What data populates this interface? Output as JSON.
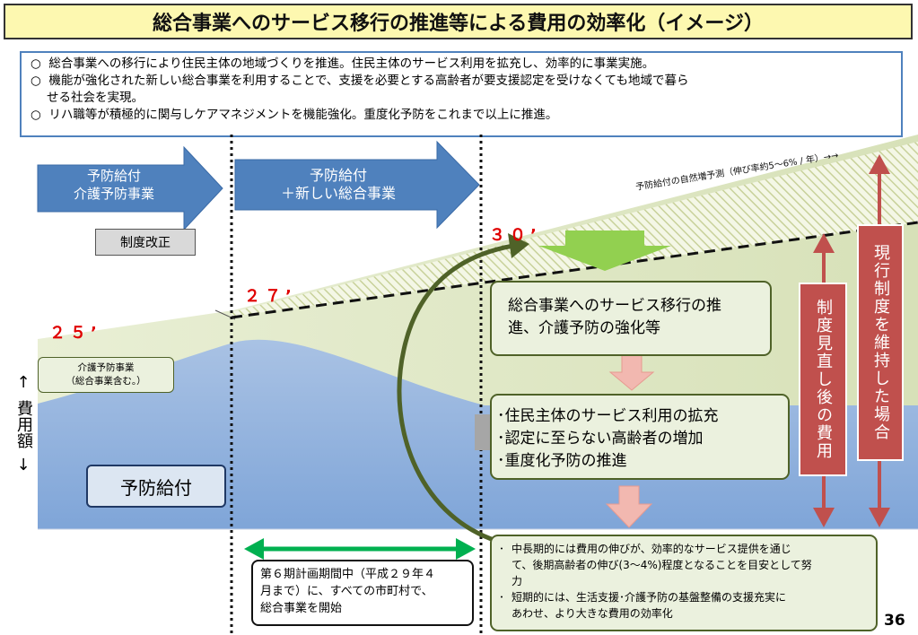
{
  "title": "総合事業へのサービス移行の推進等による費用の効率化（イメージ）",
  "intro": {
    "line1_bullet": "○",
    "line1": "総合事業への移行により住民主体の地域づくりを推進。住民主体のサービス利用を拡充し、効率的に事業実施。",
    "line2_bullet": "○",
    "line2a": "機能が強化された新しい総合事業を利用することで、支援を必要とする高齢者が要支援認定を受けなくても地域で暮ら",
    "line2b": "せる社会を実現。",
    "line3_bullet": "○",
    "line3": "リハ職等が積極的に関与しケアマネジメントを機能強化。重度化予防をこれまで以上に推進。"
  },
  "arrows": {
    "left_line1": "予防給付",
    "left_line2": "介護予防事業",
    "right_line1": "予防給付",
    "right_line2": "＋新しい総合事業"
  },
  "reform_label": "制度改正",
  "years": {
    "y25": "２５’",
    "y27": "２７’",
    "y30": "３０’"
  },
  "trend_label": "予防給付の自然増予測（伸び率約5～6% / 年）→→",
  "prevention_program_line1": "介護予防事業",
  "prevention_program_line2": "（総合事業含む。）",
  "axis": {
    "up": "↑",
    "label": "費用額",
    "down": "↓"
  },
  "prevention_benefit": "予防給付",
  "step1": {
    "line1": "総合事業へのサービス移行の推",
    "line2": "進、介護予防の強化等"
  },
  "step2": {
    "item1": "･住民主体のサービス利用の拡充",
    "item2": "･認定に至らない高齢者の増加",
    "item3": "･重度化予防の推進"
  },
  "after_review": "制度見直し後の費用",
  "current_system": "現行制度を維持した場合",
  "period_box": {
    "line1": "第６期計画期間中（平成２９年４",
    "line2": "月まで）に、すべての市町村で、",
    "line3": "総合事業を開始"
  },
  "notes": {
    "b1": "･",
    "n1a": "中長期的には費用の伸びが、効率的なサービス提供を通じ",
    "n1b": "て、後期高齢者の伸び(3～4%)程度となることを目安として努",
    "n1c": "力",
    "b2": "･",
    "n2a": "短期的には、生活支援･介護予防の基盤整備の支援充実に",
    "n2b": "あわせ、より大きな費用の効率化"
  },
  "page_number": "36",
  "colors": {
    "title_bg": "#fdf8b0",
    "arrow_blue": "#4f81bd",
    "accent_red": "#c0504d",
    "green": "#00b050",
    "cost_blue": "#95b3d7",
    "olive": "#4f6228"
  }
}
